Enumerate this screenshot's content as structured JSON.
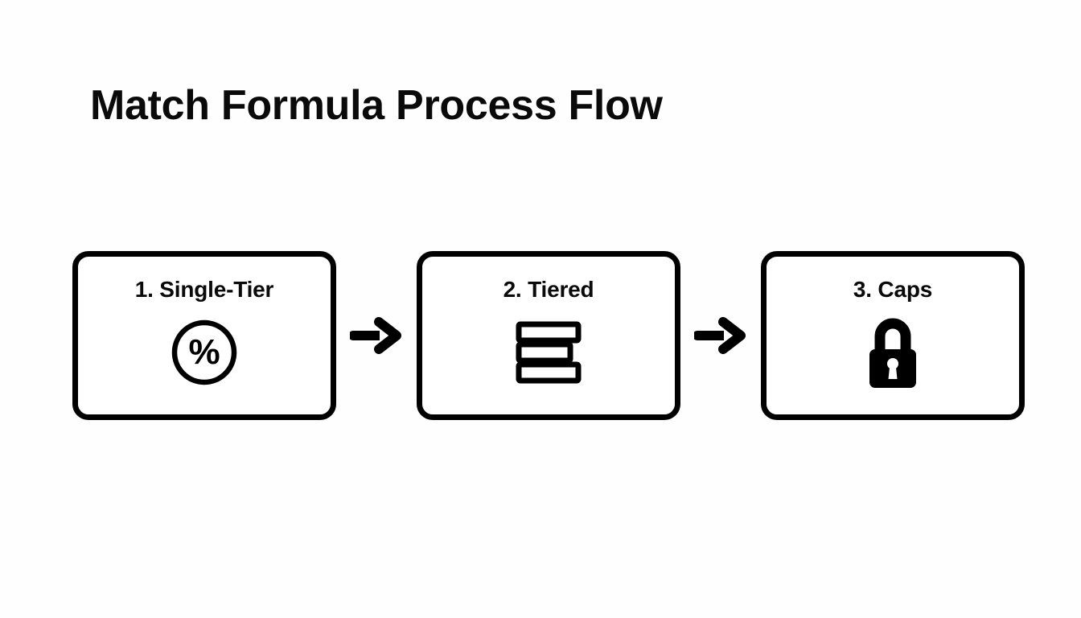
{
  "page": {
    "title": "Match Formula Process Flow",
    "background_color": "#fefeff",
    "ink_color": "#000000"
  },
  "flow": {
    "steps": [
      {
        "label": "1. Single-Tier",
        "icon": "percent-circle-icon",
        "icon_glyph": "%"
      },
      {
        "label": "2. Tiered",
        "icon": "tiered-bars-icon"
      },
      {
        "label": "3. Caps",
        "icon": "lock-icon"
      }
    ],
    "connectors": [
      {
        "icon": "arrow-right-icon"
      },
      {
        "icon": "arrow-right-icon"
      }
    ]
  }
}
